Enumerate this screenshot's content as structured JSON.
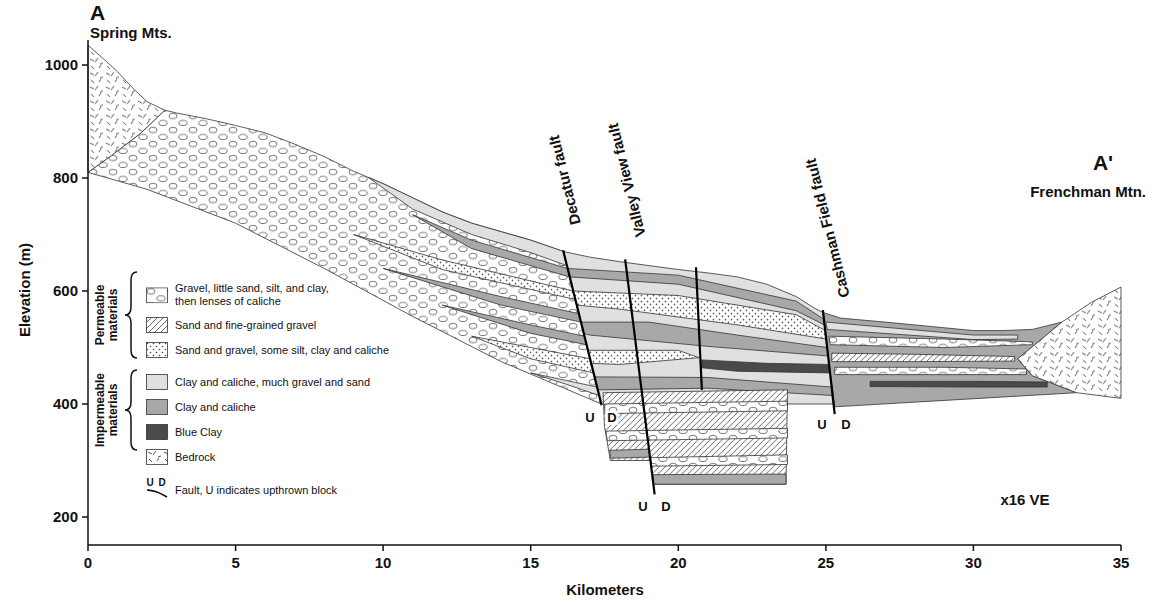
{
  "diagram": {
    "labels": [
      "A",
      "Spring Mts.",
      "A'",
      "Frenchman Mtn.",
      "Elevation (m)",
      "1000",
      "800",
      "600",
      "400",
      "200",
      "0",
      "5",
      "10",
      "15",
      "20",
      "25",
      "30",
      "35",
      "Kilometers",
      "Decatur fault",
      "Valley View fault",
      "Cashman Field fault",
      "U",
      "D",
      "U",
      "D",
      "U",
      "D",
      "Permeable materials",
      "Impermeable materials",
      "U",
      "D",
      "x16 VE"
    ],
    "legend": [
      {
        "text": "Gravel, little sand, silt, and clay, then lenses of caliche"
      },
      {
        "text": "Sand and fine-grained gravel"
      },
      {
        "text": "Sand and gravel, some silt, clay and caliche"
      },
      {
        "text": "Clay and caliche, much gravel and sand",
        "color": "#e0e0e0"
      },
      {
        "text": "Clay and caliche",
        "color": "#a8a8a8"
      },
      {
        "text": "Blue Clay",
        "color": "#4a4a4a"
      },
      {
        "text": "Bedrock"
      },
      {
        "text": "Fault, U indicates upthrown block"
      }
    ]
  }
}
